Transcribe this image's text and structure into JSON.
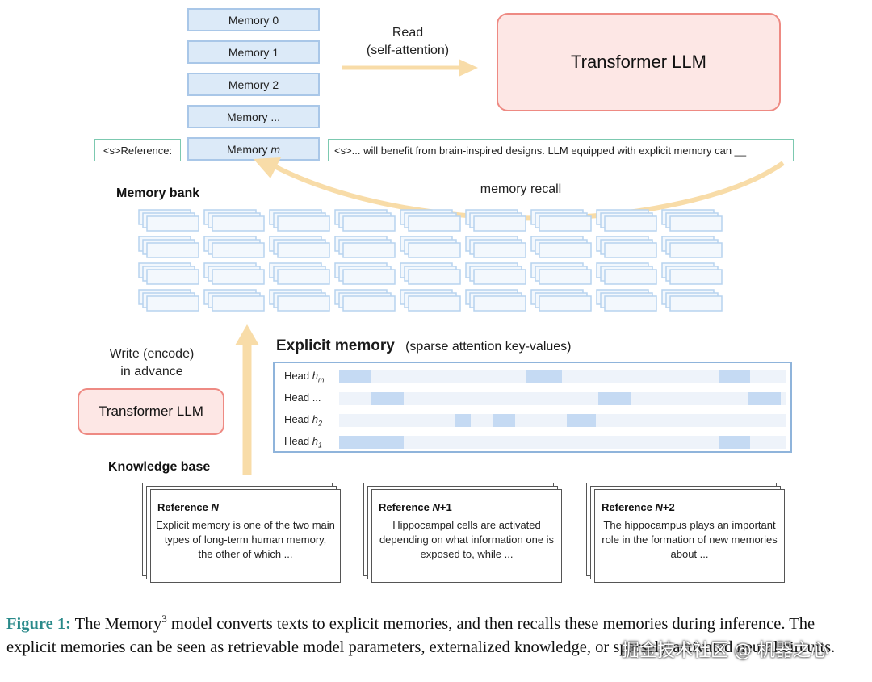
{
  "memories": [
    "Memory 0",
    "Memory 1",
    "Memory 2",
    "Memory ..."
  ],
  "memory_m": {
    "prefix": "Memory ",
    "var": "m"
  },
  "reference_tag": "<s>Reference:",
  "context_text": "<s>... will benefit from brain-inspired designs. LLM equipped with explicit memory can __",
  "read_label": "Read",
  "read_sub": "(self-attention)",
  "transformer_top": "Transformer LLM",
  "memory_bank_label": "Memory bank",
  "memory_recall_label": "memory recall",
  "write_label_1": "Write (encode)",
  "write_label_2": "in advance",
  "transformer_bottom": "Transformer LLM",
  "explicit_title": "Explicit memory",
  "explicit_sub": "(sparse attention key-values)",
  "heads": [
    {
      "label": "Head ",
      "sub": "h",
      "subsub": "m",
      "segments": [
        [
          0.0,
          0.07
        ],
        [
          0.42,
          0.5
        ],
        [
          0.85,
          0.92
        ]
      ]
    },
    {
      "label": "Head ...",
      "sub": "",
      "subsub": "",
      "segments": [
        [
          0.07,
          0.145
        ],
        [
          0.58,
          0.655
        ],
        [
          0.915,
          0.99
        ]
      ]
    },
    {
      "label": "Head ",
      "sub": "h",
      "subsub": "2",
      "segments": [
        [
          0.26,
          0.295
        ],
        [
          0.345,
          0.395
        ],
        [
          0.51,
          0.575
        ]
      ]
    },
    {
      "label": "Head ",
      "sub": "h",
      "subsub": "1",
      "segments": [
        [
          0.0,
          0.145
        ],
        [
          0.85,
          0.92
        ]
      ]
    }
  ],
  "knowledge_base_label": "Knowledge base",
  "references": [
    {
      "title": "Reference N",
      "text": "Explicit memory is one of the two main types of long-term human memory, the other of which ..."
    },
    {
      "title": "Reference N+1",
      "text": "Hippocampal cells are activated depending on what information one is exposed to, while ..."
    },
    {
      "title": "Reference N+2",
      "text": "The hippocampus plays an important role in the formation of new memories about ..."
    }
  ],
  "caption": {
    "fig": "Figure 1:",
    "text_before": "The Memory",
    "sup": "3",
    "text_after": " model converts texts to explicit memories, and then recalls these memories during inference. The explicit memories can be seen as retrievable model parameters, externalized knowledge, or sparsely-activated neural circuits."
  },
  "watermark": "掘金技术社区 @ 机器之心",
  "colors": {
    "memory_fill": "#dceaf8",
    "memory_border": "#a9c7e8",
    "llm_fill": "#fde7e5",
    "llm_border": "#ee8a83",
    "arrow": "#f8dca8",
    "teal": "#7cc9b0",
    "caption_fig": "#2a8a8a"
  }
}
